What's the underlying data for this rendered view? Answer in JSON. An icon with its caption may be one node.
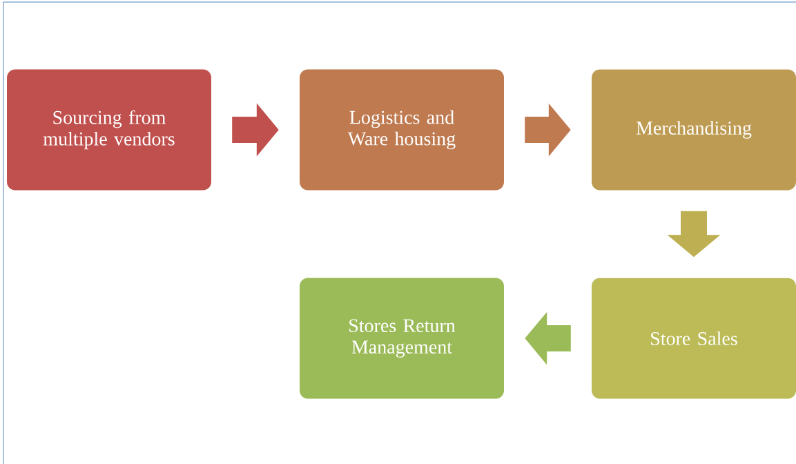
{
  "diagram": {
    "nodes": [
      {
        "text": [
          "Sourcing from multiple vendors"
        ]
      },
      {
        "text": [
          "Logistics and Ware housing"
        ]
      },
      {
        "text": [
          "Merchandising"
        ]
      },
      {
        "text": [
          "Store Sales"
        ]
      },
      {
        "text": [
          "Stores Return Management"
        ]
      }
    ],
    "edges": [
      {
        "from": 0,
        "to": 1,
        "arrow": "to",
        "color": "#c0504d"
      },
      {
        "from": 1,
        "to": 2,
        "arrow": "to",
        "color": "#c07a50"
      },
      {
        "from": 2,
        "to": 3,
        "arrow": "to",
        "color": "#beb052"
      },
      {
        "from": 3,
        "to": 4,
        "arrow": "to",
        "color": "#9bbb59"
      }
    ]
  }
}
